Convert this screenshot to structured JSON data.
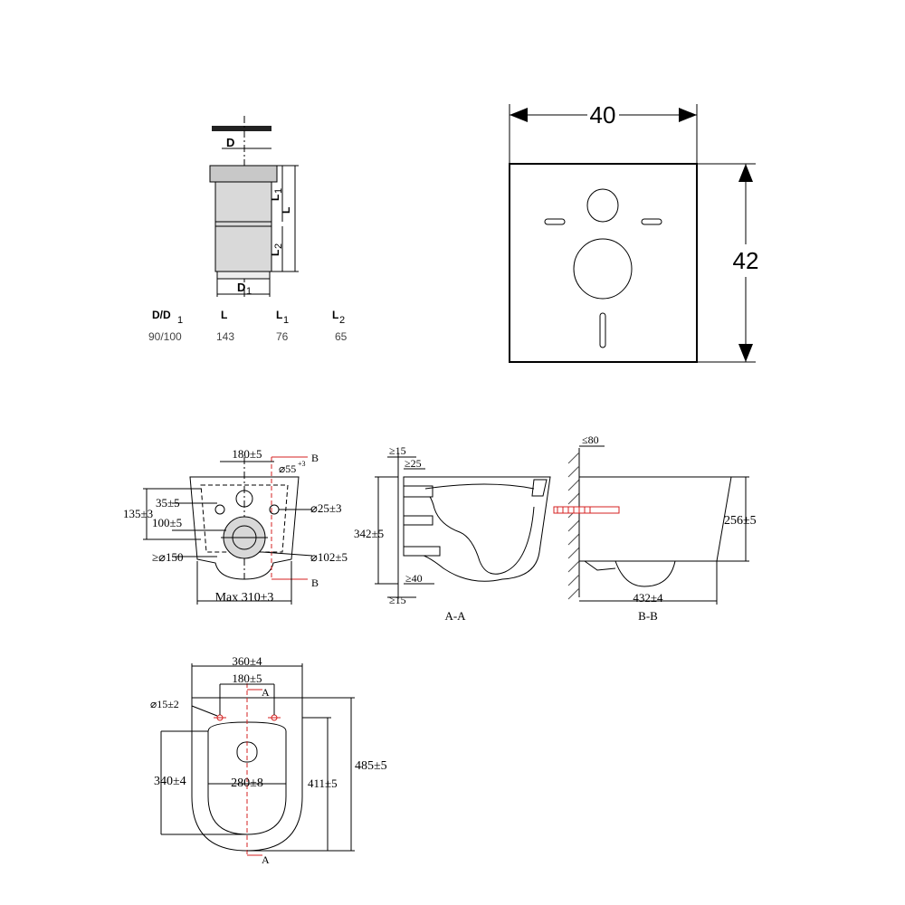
{
  "pipe_table": {
    "symbol_D": "D",
    "symbol_D1": "D",
    "symbol_D1_sub": "1",
    "symbol_L": "L",
    "symbol_L1": "L",
    "symbol_L1_sub": "1",
    "symbol_L2": "L",
    "symbol_L2_sub": "2",
    "headers": [
      {
        "main": "D/D",
        "sub": "1"
      },
      {
        "main": "L",
        "sub": ""
      },
      {
        "main": "L",
        "sub": "1"
      },
      {
        "main": "L",
        "sub": "2"
      }
    ],
    "values": [
      "90/100",
      "143",
      "76",
      "65"
    ]
  },
  "panel": {
    "width_label": "40",
    "height_label": "42"
  },
  "front_view": {
    "dim_180": "180±5",
    "dim_55": "⌀55",
    "dim_55_tol": "+3",
    "dim_35": "35±5",
    "dim_135": "135±3",
    "dim_100": "100±5",
    "dim_25": "⌀25±3",
    "dim_150": "≥⌀150",
    "dim_102": "⌀102±5",
    "dim_310": "Max 310±3",
    "section_top": "B",
    "section_bottom": "B"
  },
  "section_aa": {
    "dim_15_top": "≥15",
    "dim_25": "≥25",
    "dim_342": "342±5",
    "dim_40": "≥40",
    "dim_15_bottom": "≥15",
    "caption": "A-A"
  },
  "section_bb": {
    "dim_80": "≤80",
    "dim_256": "256±5",
    "dim_432": "432±4",
    "caption": "B-B"
  },
  "top_view": {
    "dim_360": "360±4",
    "dim_180": "180±5",
    "dim_15": "⌀15±2",
    "dim_340": "340±4",
    "dim_280": "280±8",
    "dim_411": "411±5",
    "dim_485": "485±5",
    "section_top": "A",
    "section_bottom": "A"
  }
}
